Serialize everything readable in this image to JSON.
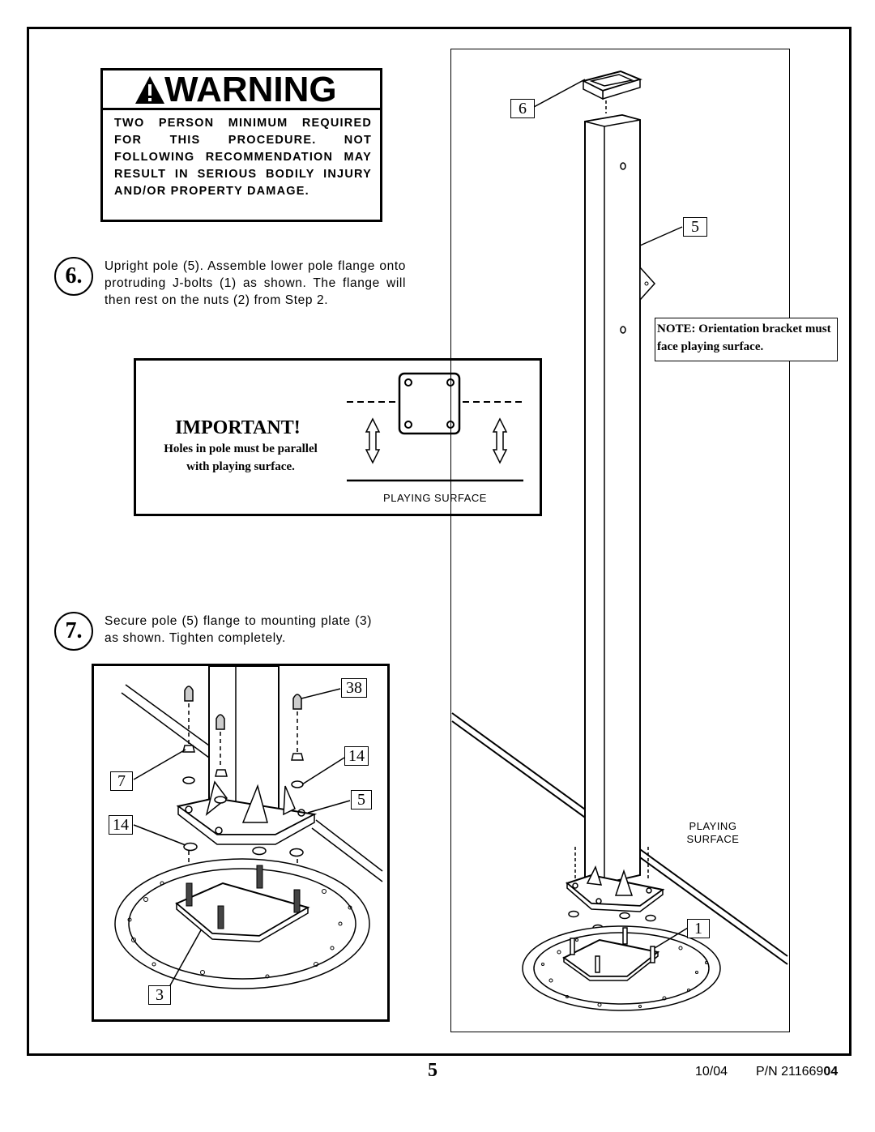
{
  "warning": {
    "title": "WARNING",
    "text": "TWO PERSON MINIMUM REQUIRED FOR THIS PROCEDURE. NOT FOLLOWING RECOMMENDATION MAY RESULT IN SERIOUS BODILY INJURY AND/OR PROPERTY DAMAGE."
  },
  "steps": [
    {
      "number": "6.",
      "text": "Upright pole (5). Assemble lower pole flange onto protruding J-bolts (1) as shown. The flange will then rest on the nuts (2) from Step 2."
    },
    {
      "number": "7.",
      "text": "Secure pole (5) flange to mounting plate (3) as shown. Tighten completely."
    }
  ],
  "important": {
    "title": "IMPORTANT!",
    "line1": "Holes in pole must be parallel",
    "line2": "with playing surface.",
    "surface_label": "PLAYING SURFACE"
  },
  "right_figure": {
    "callouts": [
      "6",
      "5",
      "1"
    ],
    "note": "NOTE: Orientation bracket must face playing surface.",
    "surface_label_1": "PLAYING",
    "surface_label_2": "SURFACE"
  },
  "bottom_figure": {
    "callouts": [
      "38",
      "14",
      "7",
      "5",
      "14",
      "3"
    ]
  },
  "footer": {
    "page_number": "5",
    "date": "10/04",
    "part_prefix": "P/N 211669",
    "part_suffix": "04"
  }
}
